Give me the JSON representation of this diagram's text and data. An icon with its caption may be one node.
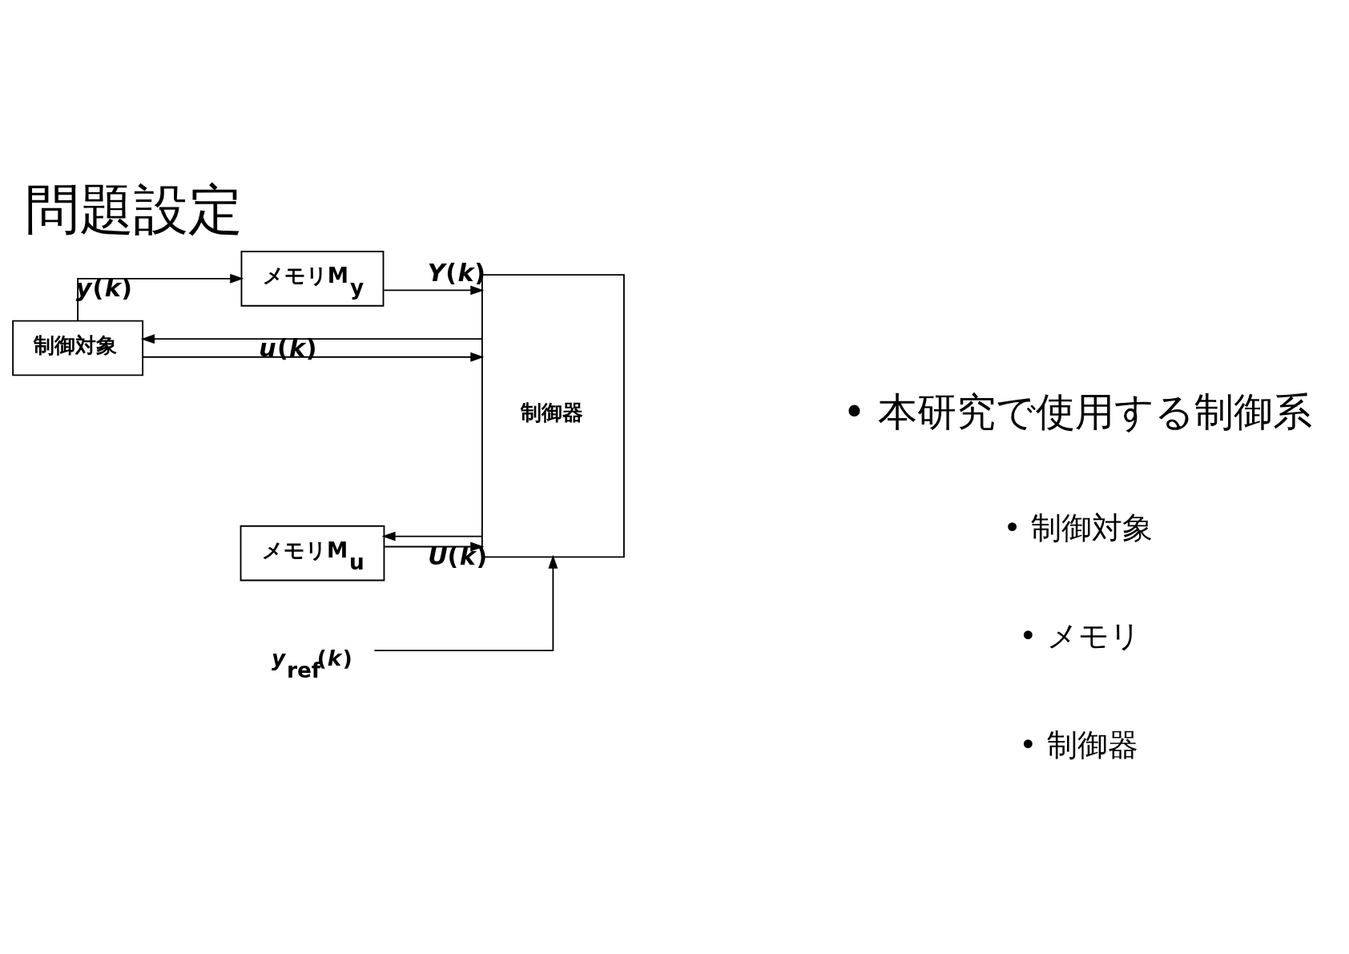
{
  "diagram": {
    "title": "問題設定",
    "nodes": [
      {
        "text": [
          "制御対象"
        ]
      },
      {
        "text": [
          "メモリM$_{y}$"
        ]
      },
      {
        "text": [
          "メモリM$_{u}$"
        ]
      },
      {
        "text": [
          "制御器"
        ]
      },
      {
        "text": [
          "*y*$_{ref}$(*k*)"
        ]
      }
    ],
    "edges": [
      {
        "from": 0,
        "to": 1,
        "arrow": "to",
        "label": "*y*(*k*)"
      },
      {
        "from": 0,
        "to": 3,
        "arrow": "to"
      },
      {
        "from": 1,
        "to": 3,
        "arrow": "to",
        "label": "*Y*(*k*)"
      },
      {
        "from": 2,
        "to": 3,
        "arrow": "to",
        "label": "*U*(*k*)"
      },
      {
        "from": 4,
        "to": 3,
        "arrow": "to"
      },
      {
        "from": 3,
        "to": 0,
        "arrow": "to",
        "label": "*u*(*k*)"
      },
      {
        "from": 3,
        "to": 2,
        "arrow": "to"
      }
    ],
    "labels": [
      "• 本研究で使用する制御系",
      "• 制御対象",
      "• メモリ",
      "• 制御器"
    ]
  }
}
